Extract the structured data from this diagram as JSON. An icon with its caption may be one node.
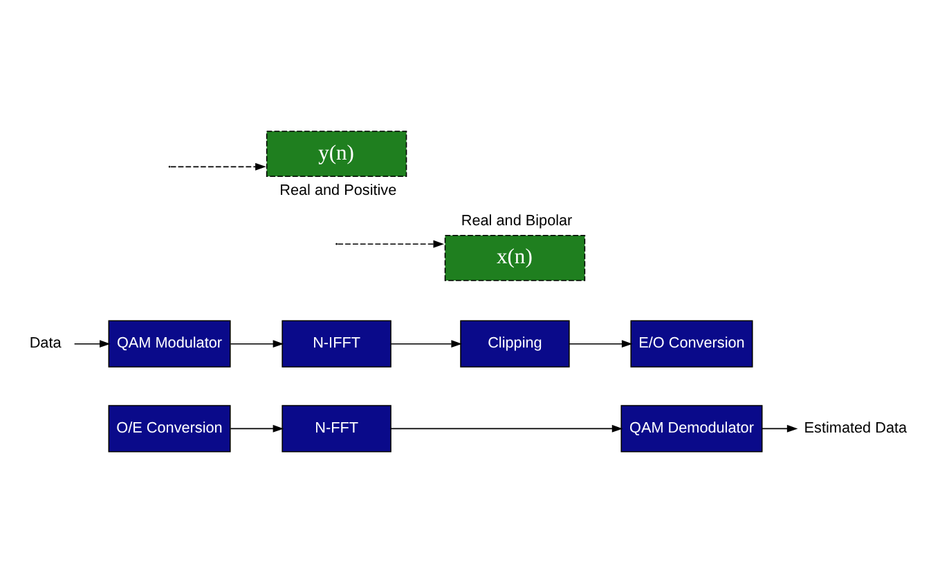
{
  "diagram": {
    "nodes": [
      {
        "text": [
          "Data"
        ]
      },
      {
        "text": [
          "QAM Modulator"
        ]
      },
      {
        "text": [
          "N-IFFT"
        ]
      },
      {
        "text": [
          "Clipping"
        ]
      },
      {
        "text": [
          "E/O Conversion"
        ]
      },
      {
        "text": [
          "x(n)"
        ],
        "beside": [
          "Real and Bipolar"
        ]
      },
      {
        "text": [
          "O/E Conversion"
        ]
      },
      {
        "text": [
          "N-FFT"
        ]
      },
      {
        "text": [
          "QAM Demodulator"
        ]
      },
      {
        "text": [
          "y(n)"
        ],
        "beside": [
          "Real and Positive"
        ]
      },
      {
        "text": [
          "Estimated Data"
        ]
      }
    ],
    "edges": [
      {
        "from": 0,
        "to": 1,
        "arrow": "to"
      },
      {
        "from": 1,
        "to": 2,
        "arrow": "to"
      },
      {
        "from": 2,
        "to": 3,
        "arrow": "to"
      },
      {
        "from": 3,
        "to": 4,
        "arrow": "to"
      },
      {
        "from": null,
        "to": 5,
        "arrow": "to",
        "style": "dashed"
      },
      {
        "from": 6,
        "to": 7,
        "arrow": "to"
      },
      {
        "from": 7,
        "to": 8,
        "arrow": "to"
      },
      {
        "from": null,
        "to": 9,
        "arrow": "to",
        "style": "dashed"
      },
      {
        "from": 8,
        "to": 10,
        "arrow": "to"
      }
    ]
  }
}
